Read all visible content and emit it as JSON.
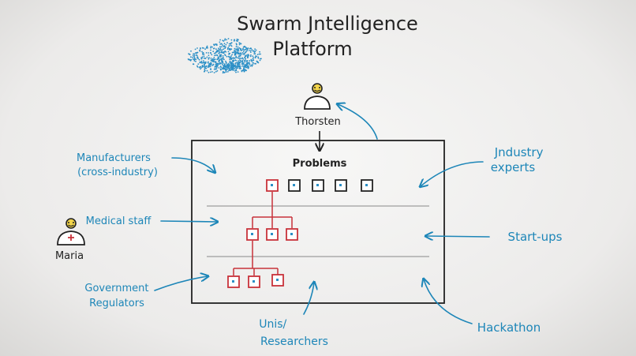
{
  "title": {
    "line1": "Swarm Jntelligence",
    "line2": "Platform"
  },
  "persons": {
    "top": "Thorsten",
    "left": "Maria"
  },
  "box": {
    "heading": "Problems"
  },
  "stakeholders": {
    "manufacturers": [
      "Manufacturers",
      "(cross-industry)"
    ],
    "medical_staff": "Medical staff",
    "government": [
      "Government",
      "Regulators"
    ],
    "unis": [
      "Unis/",
      "Researchers"
    ],
    "hackathon": "Hackathon",
    "startups": "Start-ups",
    "industry_experts": [
      "Jndustry",
      "experts"
    ]
  },
  "colors": {
    "ink": "#222222",
    "blue": "#1d86b8",
    "red": "#c8323a",
    "cloud": "#2b8fc6"
  },
  "icons": [
    "cloud-dots-icon",
    "person-icon",
    "problem-square-icon",
    "arrow-icon"
  ]
}
